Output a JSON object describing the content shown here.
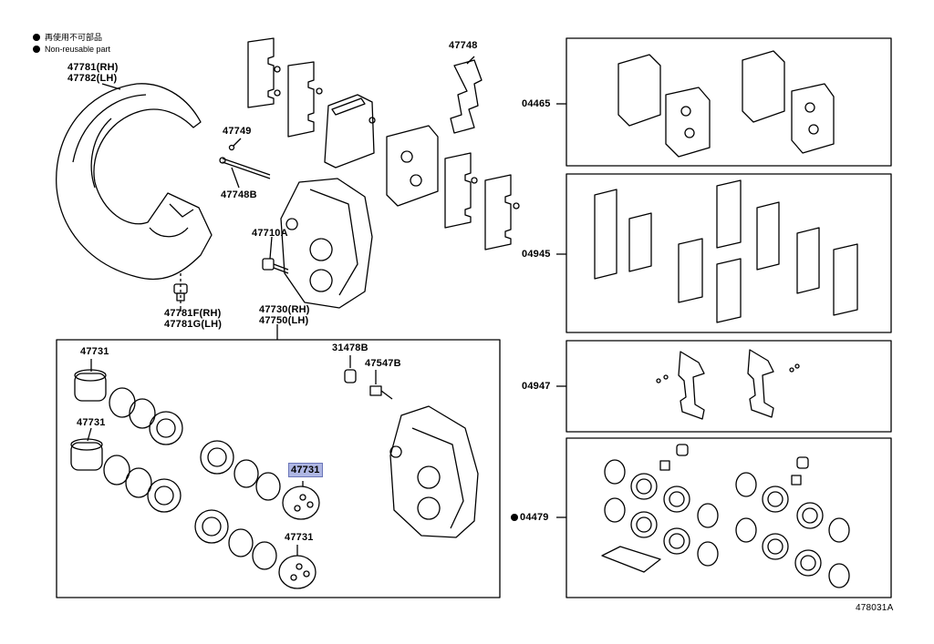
{
  "legend": {
    "reuse_jp": "再使用不可部品",
    "nonreusable": "Non-reusable part"
  },
  "parts": {
    "p47781": "47781(RH)",
    "p47782": "47782(LH)",
    "p47749": "47749",
    "p47748": "47748",
    "p47748b": "47748B",
    "p47710a": "47710A",
    "p47781f": "47781F(RH)",
    "p47781g": "47781G(LH)",
    "p47730": "47730(RH)",
    "p47750": "47750(LH)",
    "p47731_a": "47731",
    "p47731_b": "47731",
    "p47731_c": "47731",
    "p47731_d": "47731",
    "p31478b": "31478B",
    "p47547b": "47547B",
    "p04465": "04465",
    "p04945": "04945",
    "p04947": "04947",
    "p04479": "04479"
  },
  "footer": {
    "diagram_id": "478031A"
  }
}
